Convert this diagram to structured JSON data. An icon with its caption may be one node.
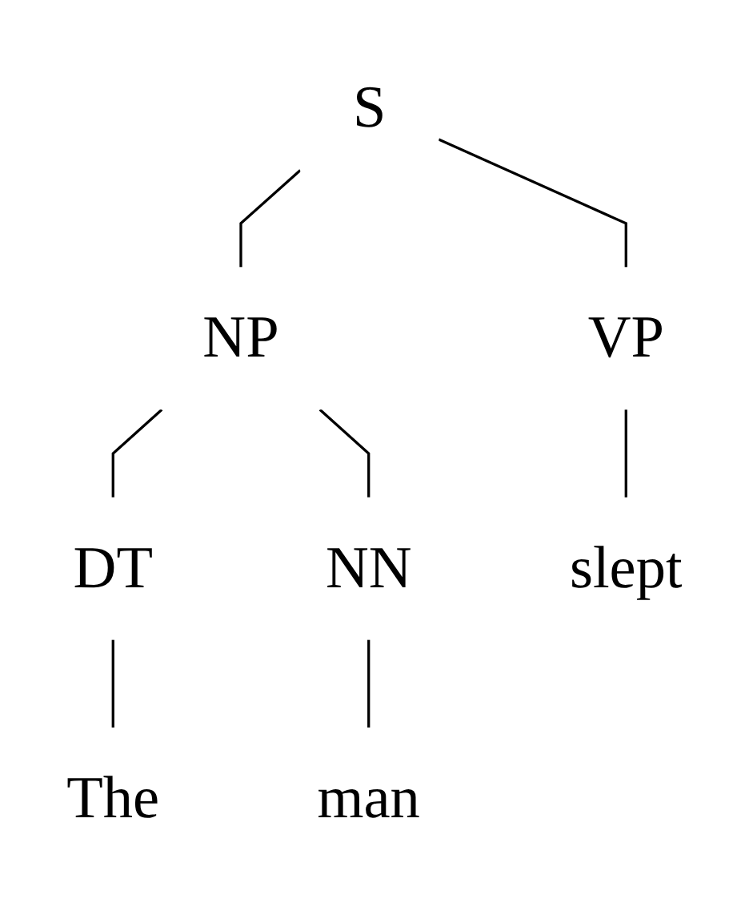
{
  "diagram": {
    "nodes": [
      {
        "text": [
          "S"
        ]
      },
      {
        "text": [
          "NP"
        ]
      },
      {
        "text": [
          "VP"
        ]
      },
      {
        "text": [
          "DT"
        ]
      },
      {
        "text": [
          "NN"
        ]
      },
      {
        "text": [
          "slept"
        ]
      },
      {
        "text": [
          "The"
        ]
      },
      {
        "text": [
          "man"
        ]
      }
    ],
    "edges": [
      {
        "from": 0,
        "to": 1,
        "arrow": "none"
      },
      {
        "from": 0,
        "to": 2,
        "arrow": "none"
      },
      {
        "from": 1,
        "to": 3,
        "arrow": "none"
      },
      {
        "from": 1,
        "to": 4,
        "arrow": "none"
      },
      {
        "from": 2,
        "to": 5,
        "arrow": "none"
      },
      {
        "from": 3,
        "to": 6,
        "arrow": "none"
      },
      {
        "from": 4,
        "to": 7,
        "arrow": "none"
      }
    ]
  }
}
